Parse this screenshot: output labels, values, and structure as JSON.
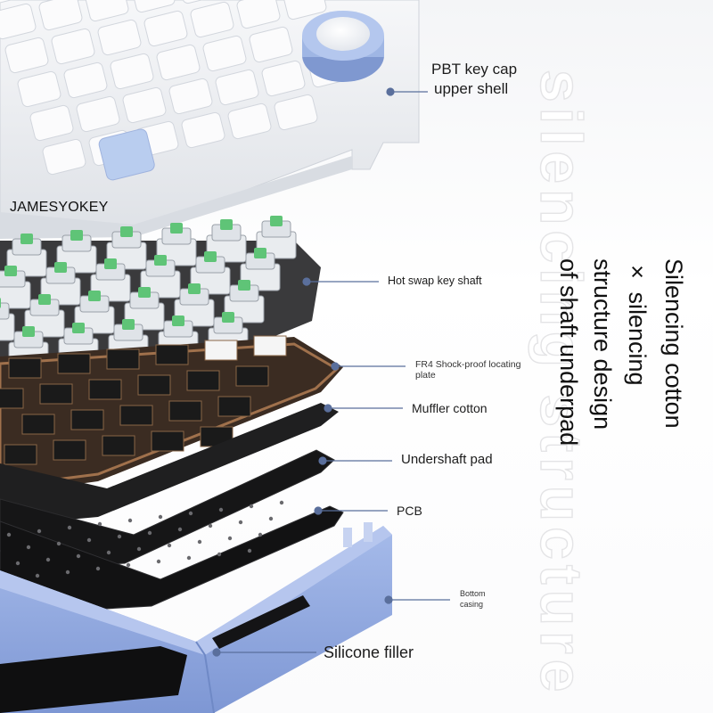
{
  "brand": "JAMESYOKEY",
  "callouts": {
    "keycap_line1": "PBT key cap",
    "keycap_line2": "upper shell",
    "hot_swap": "Hot swap key shaft",
    "fr4_line1": "FR4 Shock-proof locating",
    "fr4_line2": "plate",
    "muffler": "Muffler cotton",
    "undershaft": "Undershaft pad",
    "pcb": "PCB",
    "bottom_line1": "Bottom",
    "bottom_line2": "casing",
    "silicone": "Silicone filler"
  },
  "headline": {
    "col1": "Silencing cotton",
    "col2": "× silencing",
    "col3": "structure design",
    "col4": "of shaft underpad"
  },
  "background_text": "silencing structure",
  "colors": {
    "shell_white": "#eef0f3",
    "knob_blue": "#9fb6e4",
    "casing_blue": "#8fa8df",
    "switch_green": "#5fc477",
    "leader_line": "#5a6f9c"
  }
}
